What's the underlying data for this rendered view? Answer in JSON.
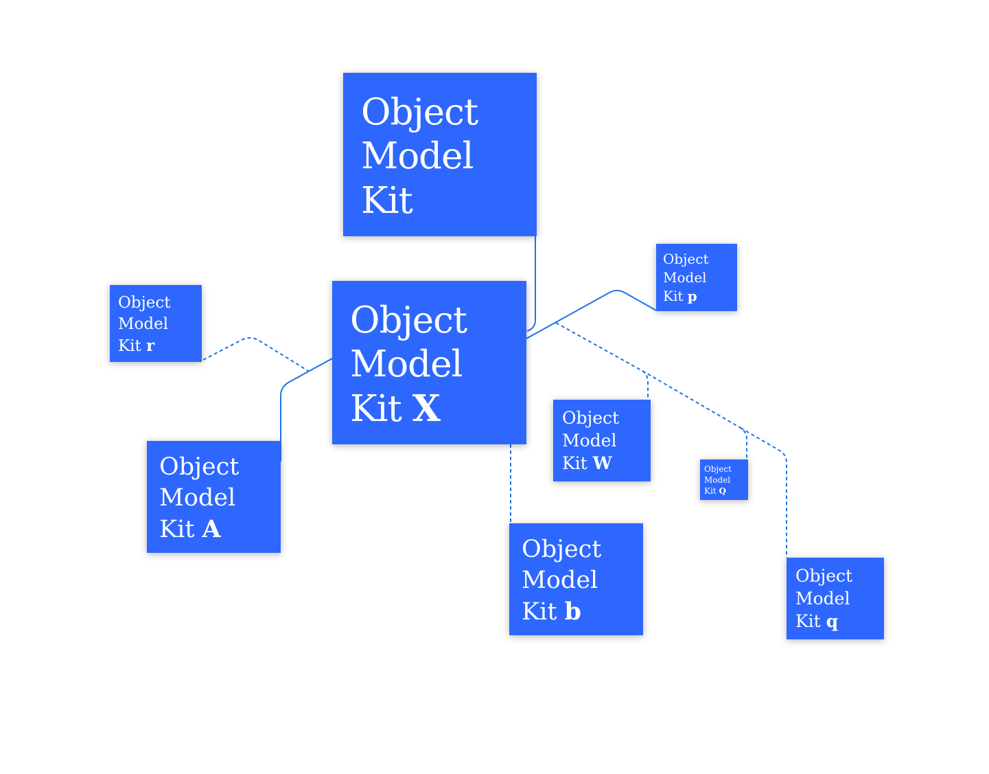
{
  "diagram": {
    "line_color": "#1a73e8",
    "box_color": "#2d67fd",
    "text_color": "#ffffff",
    "nodes": {
      "root": {
        "line1": "Object",
        "line2": "Model",
        "line3_prefix": "Kit",
        "line3_bold": ""
      },
      "x": {
        "line1": "Object",
        "line2": "Model",
        "line3_prefix": "Kit ",
        "line3_bold": "X"
      },
      "r": {
        "line1": "Object",
        "line2": "Model",
        "line3_prefix": "Kit ",
        "line3_bold": "r"
      },
      "p": {
        "line1": "Object",
        "line2": "Model",
        "line3_prefix": "Kit ",
        "line3_bold": "p"
      },
      "a": {
        "line1": "Object",
        "line2": "Model",
        "line3_prefix": "Kit ",
        "line3_bold": "A"
      },
      "w": {
        "line1": "Object",
        "line2": "Model",
        "line3_prefix": "Kit ",
        "line3_bold": "W"
      },
      "q_small": {
        "line1": "Object",
        "line2": "Model",
        "line3_prefix": "Kit ",
        "line3_bold": "Q"
      },
      "b": {
        "line1": "Object",
        "line2": "Model",
        "line3_prefix": "Kit ",
        "line3_bold": "b"
      },
      "q": {
        "line1": "Object",
        "line2": "Model",
        "line3_prefix": "Kit ",
        "line3_bold": "q"
      }
    },
    "links": [
      {
        "from": "root",
        "to": "x",
        "style": "solid"
      },
      {
        "from": "x",
        "to": "p",
        "style": "solid"
      },
      {
        "from": "x",
        "to": "a",
        "style": "solid"
      },
      {
        "from": "x",
        "to": "r",
        "style": "dashed"
      },
      {
        "from": "x",
        "to": "b",
        "style": "dashed"
      },
      {
        "from": "x",
        "to": "w",
        "style": "dashed"
      },
      {
        "from": "x",
        "to": "q_small",
        "style": "dashed"
      },
      {
        "from": "x",
        "to": "q",
        "style": "dashed"
      }
    ]
  }
}
